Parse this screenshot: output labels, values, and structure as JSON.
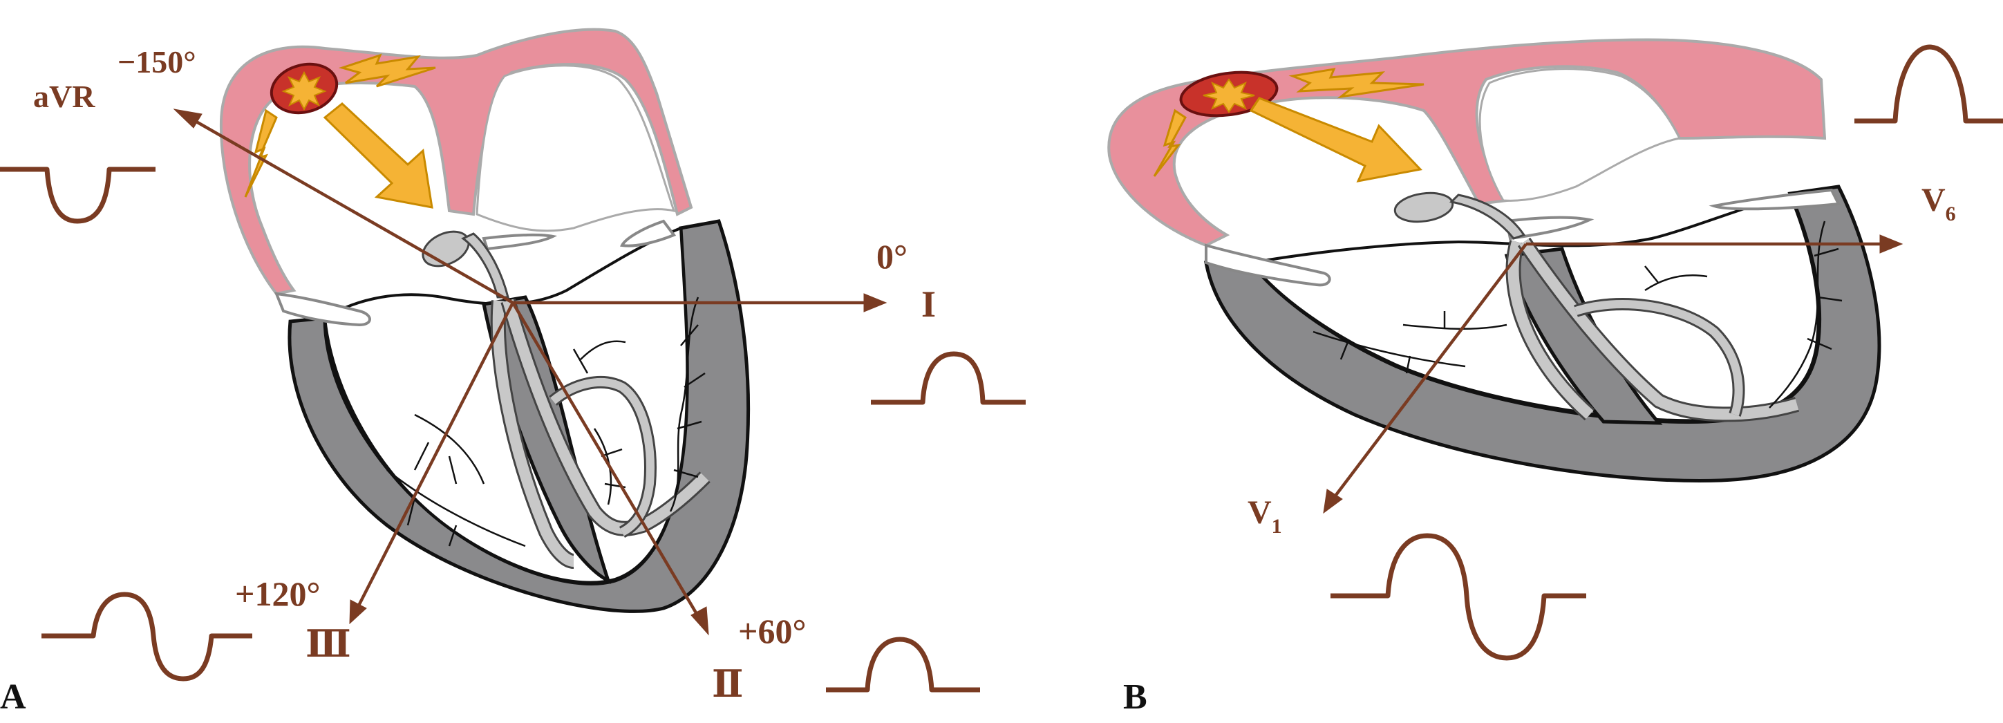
{
  "colors": {
    "atrium": "#e8909c",
    "atrium_stroke": "#aaaaaa",
    "ventricle": "#8a8a8c",
    "conduction": "#c8c8c8",
    "sa_node": "#c8322a",
    "impulse": "#f5b335",
    "leads": "#7a3b22",
    "waves": "#7a3b22"
  },
  "panel_a": {
    "label": "A",
    "leads": [
      {
        "name": "aVR",
        "angle": "−150°"
      },
      {
        "name": "I",
        "angle": "0°"
      },
      {
        "name": "II",
        "glyph": "Ⅱ",
        "angle": "+60°"
      },
      {
        "name": "III",
        "glyph": "Ⅲ",
        "angle": "+120°"
      }
    ],
    "complexes": [
      {
        "lead": "aVR",
        "deflection": "negative"
      },
      {
        "lead": "I",
        "deflection": "positive"
      },
      {
        "lead": "II",
        "deflection": "positive"
      },
      {
        "lead": "III",
        "deflection": "biphasic"
      }
    ]
  },
  "panel_b": {
    "label": "B",
    "leads": [
      {
        "name": "V",
        "subscript": "6"
      },
      {
        "name": "V",
        "subscript": "1"
      }
    ],
    "complexes": [
      {
        "lead": "V6",
        "deflection": "positive"
      },
      {
        "lead": "V1",
        "deflection": "biphasic"
      }
    ]
  }
}
